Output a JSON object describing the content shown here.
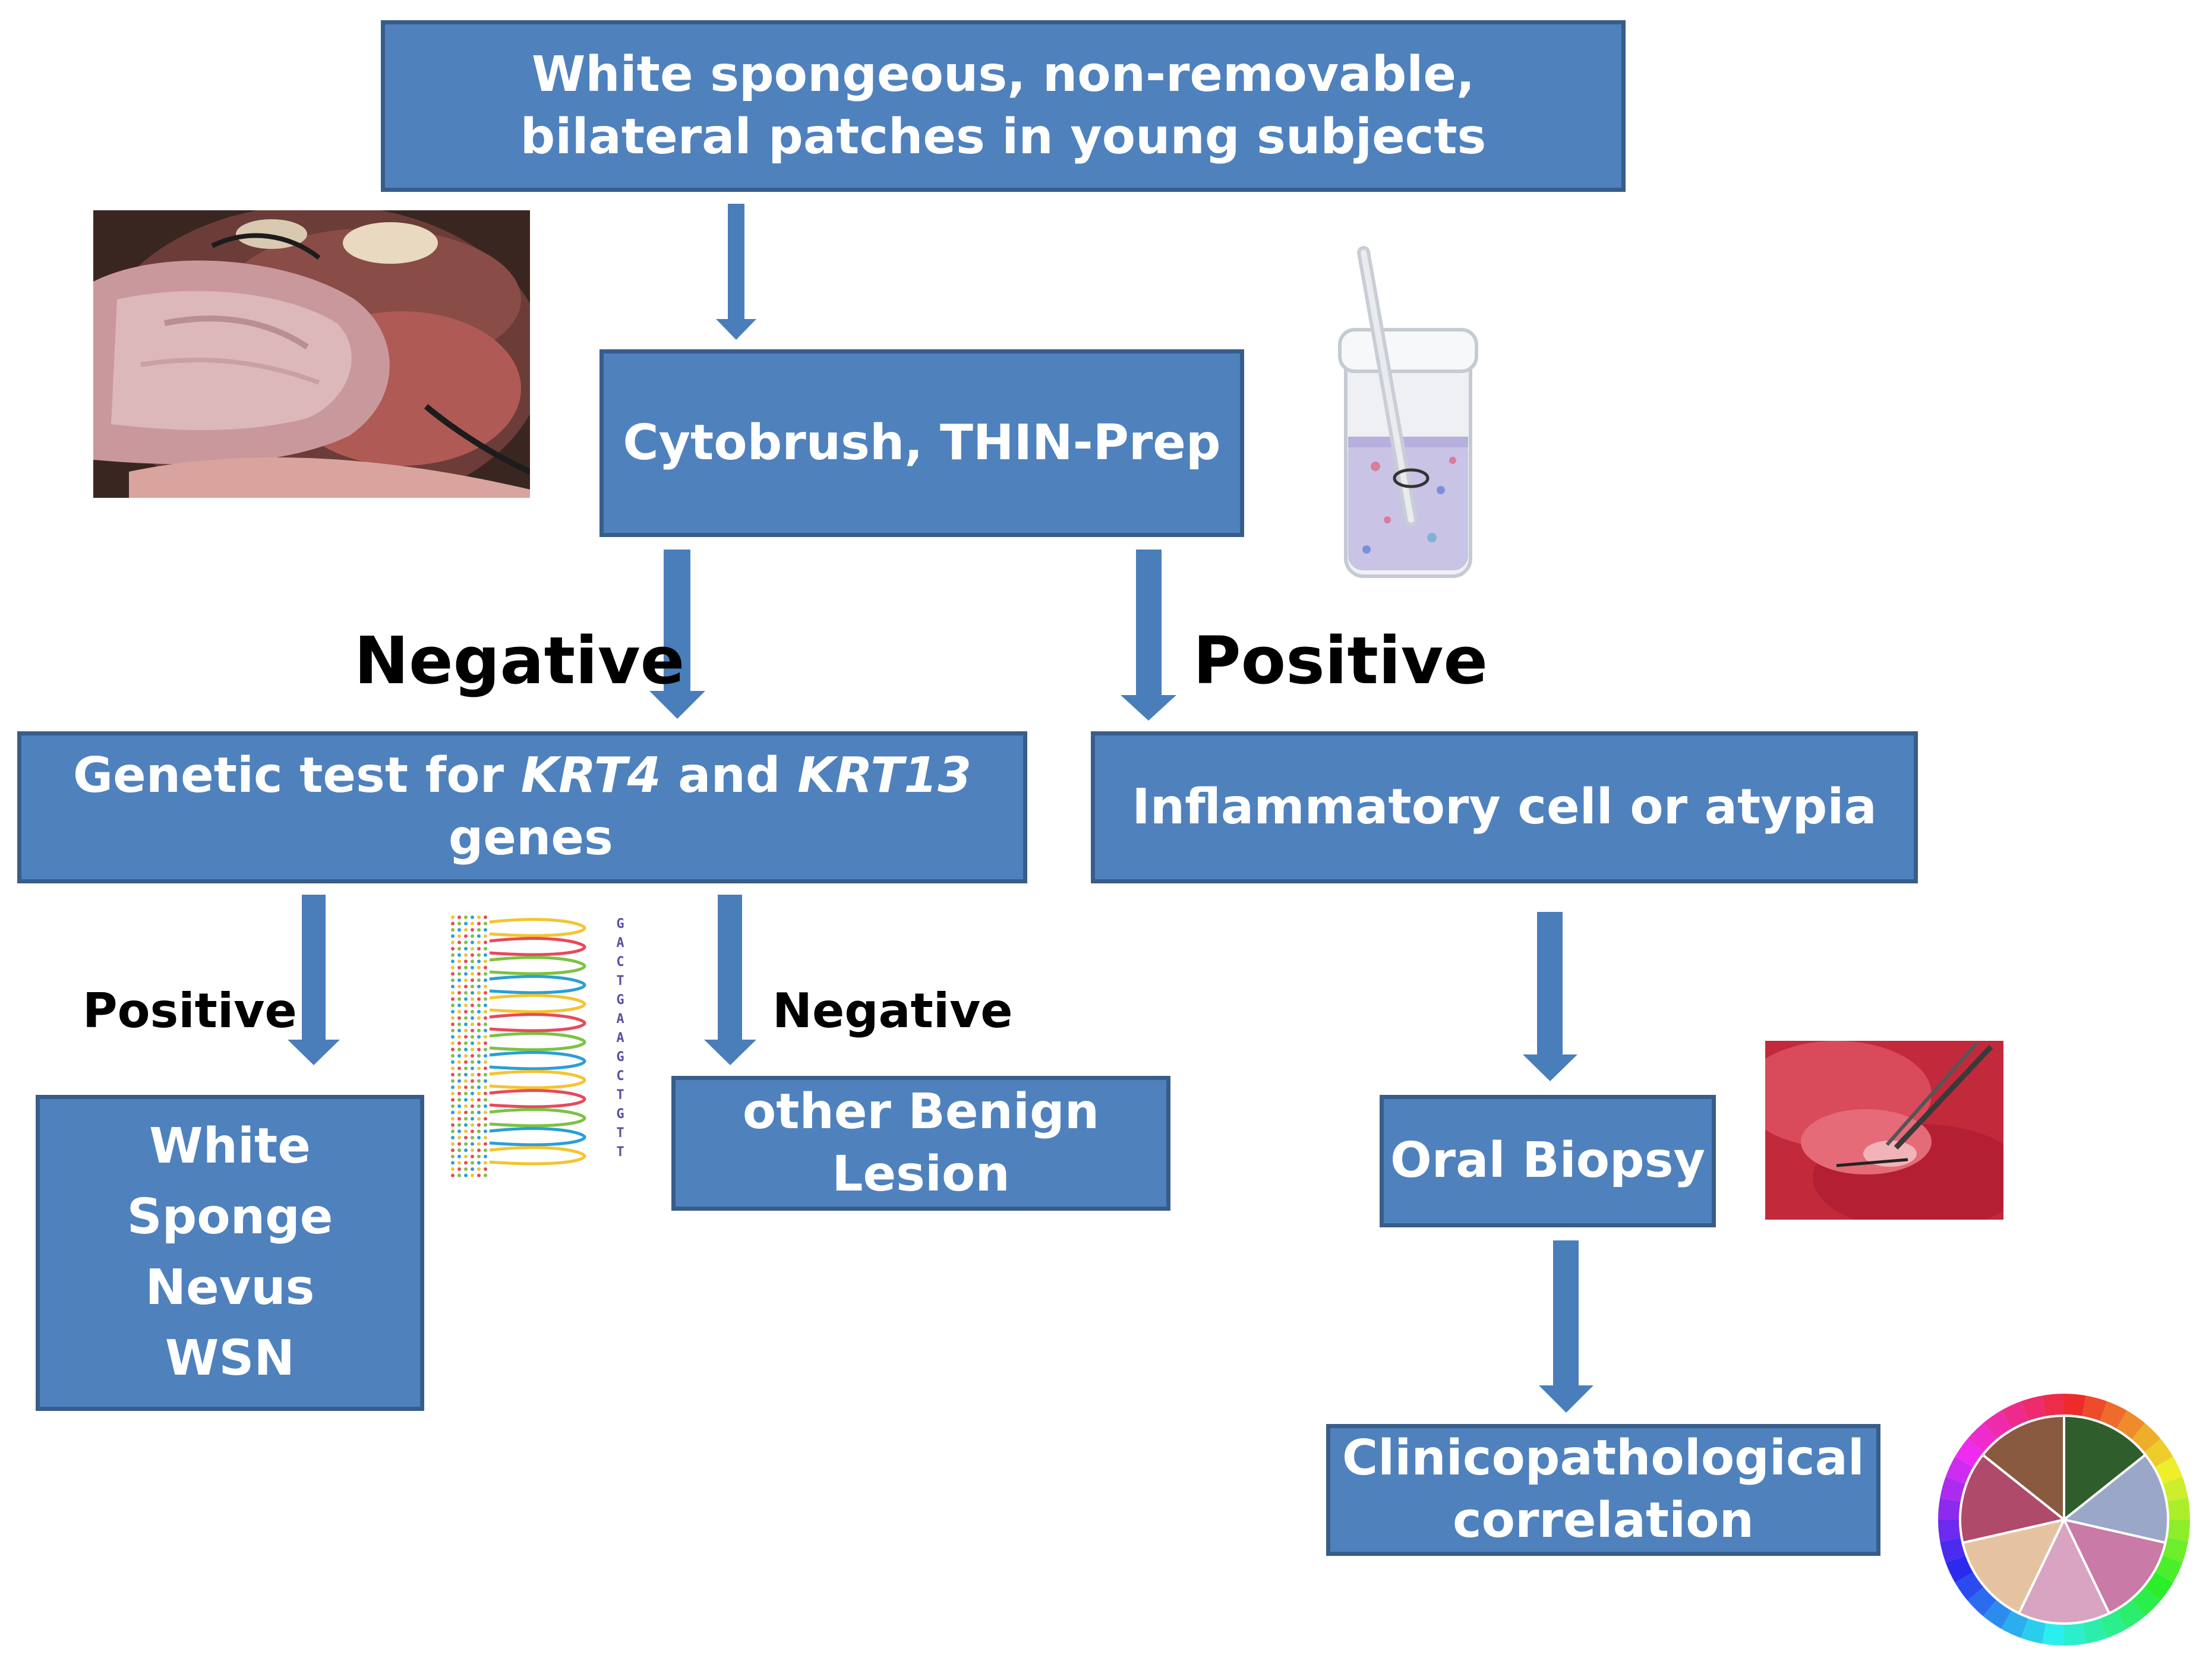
{
  "colors": {
    "box_fill": "#4f81bd",
    "box_border": "#385d8a",
    "arrow": "#4a7ebb",
    "box_text": "#ffffff",
    "label_text": "#000000"
  },
  "boxes": {
    "top": {
      "line1": "White spongeous, non-removable,",
      "line2": "bilateral patches in young subjects"
    },
    "cytobrush": {
      "text": "Cytobrush, THIN-Prep"
    },
    "genetic": {
      "part1": "Genetic test for ",
      "gene1": "KRT4",
      "part2": " and ",
      "gene2": "KRT13",
      "part3": " genes"
    },
    "inflammatory": {
      "text": "Inflammatory cell or atypia"
    },
    "wsn": {
      "line1": "White",
      "line2": "Sponge",
      "line3": "Nevus",
      "line4": "WSN"
    },
    "benign": {
      "line1": "other Benign",
      "line2": "Lesion"
    },
    "biopsy": {
      "text": "Oral Biopsy"
    },
    "clinico": {
      "line1": "Clinicopathological",
      "line2": "correlation"
    }
  },
  "labels": {
    "negative_main": "Negative",
    "positive_main": "Positive",
    "positive_sub": "Positive",
    "negative_sub": "Negative"
  },
  "icons": {
    "oral_photo": "oral-cavity-photo-icon",
    "vial": "thinprep-vial-icon",
    "sequence": "dna-sequence-chromatogram-icon",
    "biopsy_photo": "biopsy-photo-icon",
    "color_wheel": "histology-color-wheel-icon"
  },
  "sequence_letters": [
    "G",
    "A",
    "C",
    "T",
    "G",
    "A",
    "A",
    "G",
    "C",
    "T",
    "G",
    "T",
    "T"
  ]
}
